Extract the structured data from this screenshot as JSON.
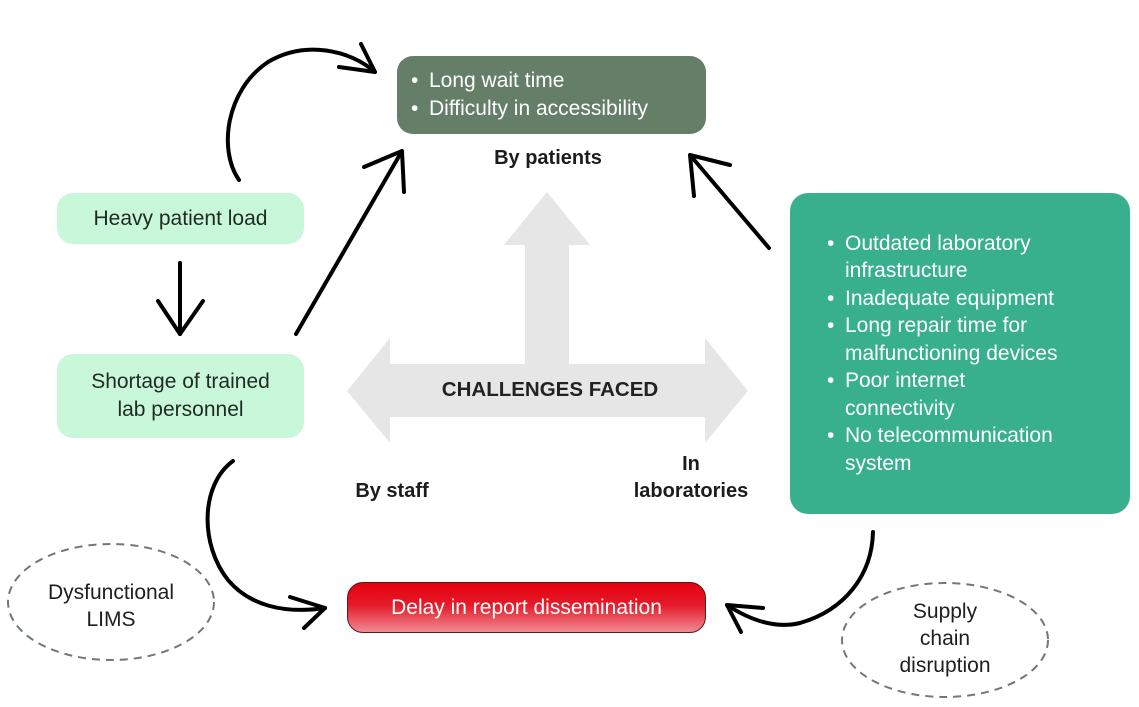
{
  "diagram": {
    "center": {
      "label": "CHALLENGES FACED",
      "fill_color": "#e6e6e6"
    },
    "categories": {
      "patients": "By patients",
      "staff": "By staff",
      "laboratories_line1": "In",
      "laboratories_line2": "laboratories"
    },
    "patients_box": {
      "color": "#647e68",
      "items": [
        "Long wait time",
        "Difficulty in accessibility"
      ]
    },
    "staff_boxes": {
      "color": "#c9f7da",
      "heavy_load": "Heavy patient load",
      "shortage_line1": "Shortage of trained",
      "shortage_line2": "lab personnel"
    },
    "laboratory_box": {
      "color": "#38b08e",
      "items": [
        {
          "line1": "Outdated laboratory",
          "line2": "infrastructure"
        },
        {
          "line1": "Inadequate equipment",
          "line2": ""
        },
        {
          "line1": "Long repair time for",
          "line2": "malfunctioning devices"
        },
        {
          "line1": "Poor internet",
          "line2": "connectivity"
        },
        {
          "line1": "No telecommunication",
          "line2": "system"
        }
      ]
    },
    "outcome_box": {
      "label": "Delay in report dissemination",
      "color": "#e3000f"
    },
    "side_factors": {
      "left_line1": "Dysfunctional",
      "left_line2": "LIMS",
      "right_line1": "Supply",
      "right_line2": "chain",
      "right_line3": "disruption"
    },
    "connectors": [
      {
        "from": "heavy-patient-load",
        "to": "patients-box",
        "style": "curved-arrow"
      },
      {
        "from": "heavy-patient-load",
        "to": "shortage-of-personnel",
        "style": "straight-arrow"
      },
      {
        "from": "shortage-of-personnel",
        "to": "patients-box",
        "style": "straight-arrow"
      },
      {
        "from": "laboratory-box",
        "to": "patients-box",
        "style": "straight-arrow"
      },
      {
        "from": "shortage-of-personnel",
        "to": "delay-box",
        "style": "curved-arrow"
      },
      {
        "from": "laboratory-box",
        "to": "delay-box",
        "style": "curved-arrow"
      }
    ]
  }
}
